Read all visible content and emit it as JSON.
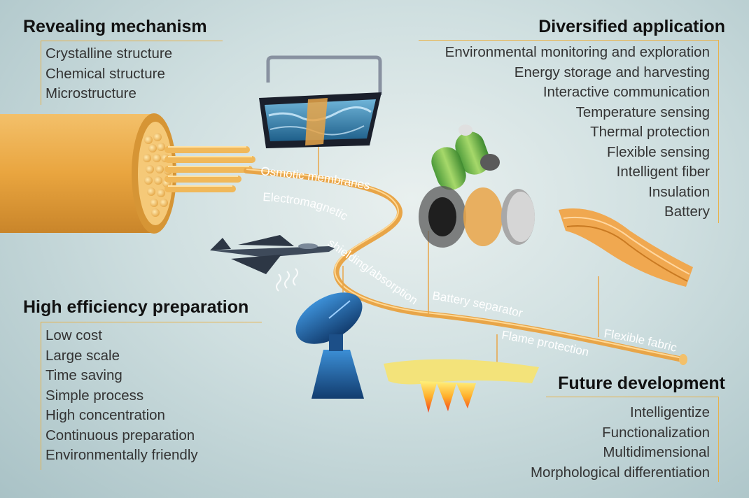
{
  "revealing_mechanism": {
    "heading": "Revealing mechanism",
    "items": [
      "Crystalline structure",
      "Chemical structure",
      "Microstructure"
    ]
  },
  "diversified_application": {
    "heading": "Diversified application",
    "items": [
      "Environmental monitoring and exploration",
      "Energy storage and harvesting",
      "Interactive communication",
      "Temperature sensing",
      "Thermal protection",
      "Flexible sensing",
      "Intelligent fiber",
      "Insulation",
      "Battery"
    ]
  },
  "high_efficiency_preparation": {
    "heading": "High efficiency preparation",
    "items": [
      "Low cost",
      "Large scale",
      "Time saving",
      "Simple process",
      "High concentration",
      "Continuous preparation",
      "Environmentally friendly"
    ]
  },
  "future_development": {
    "heading": "Future development",
    "items": [
      "Intelligentize",
      "Functionalization",
      "Multidimensional",
      "Morphological differentiation"
    ]
  },
  "path_labels": [
    "Osmotic membranes",
    "Electromagnetic",
    "shielding/absorption",
    "Battery separator",
    "Flame protection",
    "Flexible fabric"
  ],
  "colors": {
    "accent_line": "#e8b24a",
    "fiber": "#e8a548",
    "heading_text": "#111111",
    "item_text": "#333333"
  }
}
